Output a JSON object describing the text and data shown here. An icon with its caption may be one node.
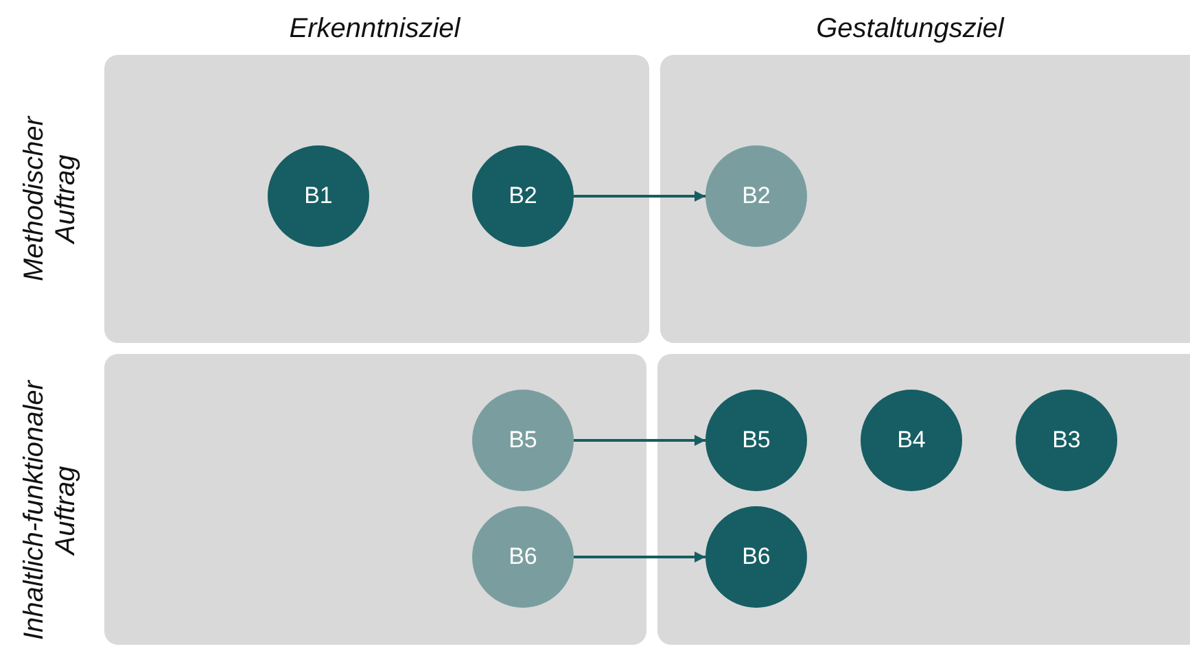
{
  "diagram": {
    "nodes": [
      {
        "text": [],
        "shape": "box"
      },
      {
        "text": [],
        "shape": "box"
      },
      {
        "text": [],
        "shape": "box"
      },
      {
        "text": [],
        "shape": "box"
      },
      {
        "text": [
          "B1"
        ],
        "in": 0
      },
      {
        "text": [
          "B2"
        ],
        "in": 0
      },
      {
        "text": [
          "B2"
        ],
        "in": 1
      },
      {
        "text": [
          "B5"
        ],
        "in": 2
      },
      {
        "text": [
          "B6"
        ],
        "in": 2
      },
      {
        "text": [
          "B5"
        ],
        "in": 3
      },
      {
        "text": [
          "B4"
        ],
        "in": 3
      },
      {
        "text": [
          "B3"
        ],
        "in": 3
      },
      {
        "text": [
          "B6"
        ],
        "in": 3
      }
    ],
    "edges": [
      {
        "from": 5,
        "to": 6,
        "arrow": "to"
      },
      {
        "from": 7,
        "to": 9,
        "arrow": "to"
      },
      {
        "from": 8,
        "to": 12,
        "arrow": "to"
      }
    ],
    "labels": [
      "Erkenntnisziel",
      "Gestaltungsziel",
      "Methodischer Auftrag",
      "Inhaltlich-funktionaler Auftrag"
    ]
  }
}
